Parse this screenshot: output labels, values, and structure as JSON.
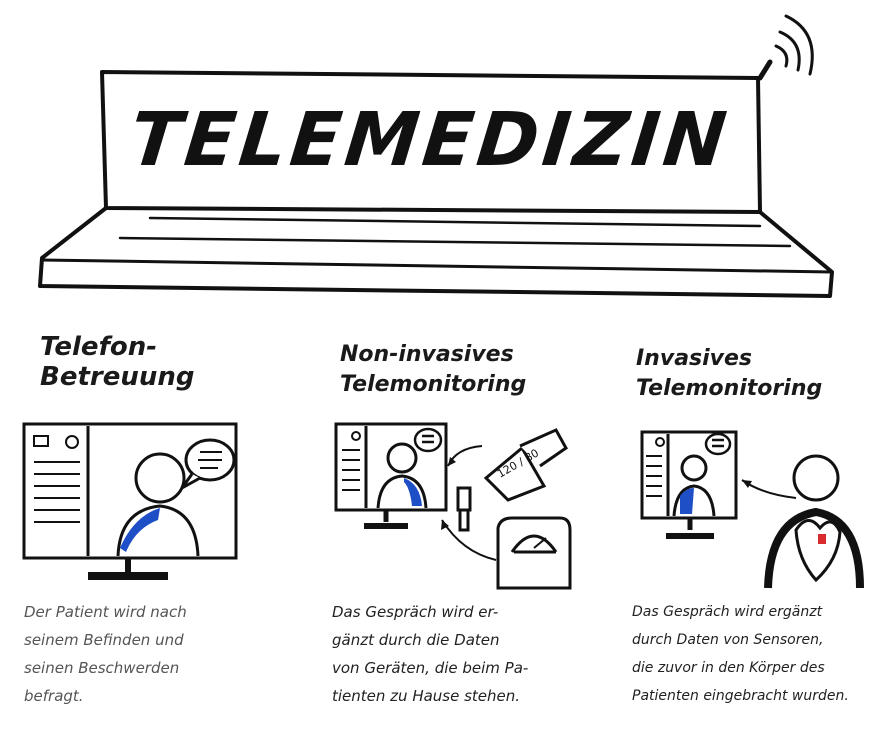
{
  "title": "TELEMEDIZIN",
  "sections": [
    {
      "heading_lines": [
        "Telefon-",
        "Betreuung"
      ],
      "caption_lines": [
        "Der Patient wird nach",
        "seinem Befinden und",
        "seinen Beschwerden",
        "befragt."
      ]
    },
    {
      "heading_lines": [
        "Non-invasives",
        "Telemonitoring"
      ],
      "caption_lines": [
        "Das Gespräch wird er-",
        "gänzt durch die Daten",
        "von Geräten, die beim Pa-",
        "tienten zu Hause stehen."
      ]
    },
    {
      "heading_lines": [
        "Invasives",
        "Telemonitoring"
      ],
      "caption_lines": [
        "Das Gespräch wird ergänzt",
        "durch Daten von Sensoren,",
        "die zuvor in den Körper des",
        "Patienten eingebracht wurden."
      ]
    }
  ],
  "device_labels": {
    "bp_value": "120 / 80"
  },
  "colors": {
    "ink": "#111111",
    "accent_blue": "#1f4fc7",
    "accent_red": "#d92b2b"
  },
  "icons": [
    "antenna-waves-icon",
    "monitor-icon",
    "patient-icon",
    "speech-bubble-icon",
    "blood-pressure-monitor-icon",
    "scale-icon",
    "glucose-meter-icon",
    "heart-sensor-icon"
  ]
}
